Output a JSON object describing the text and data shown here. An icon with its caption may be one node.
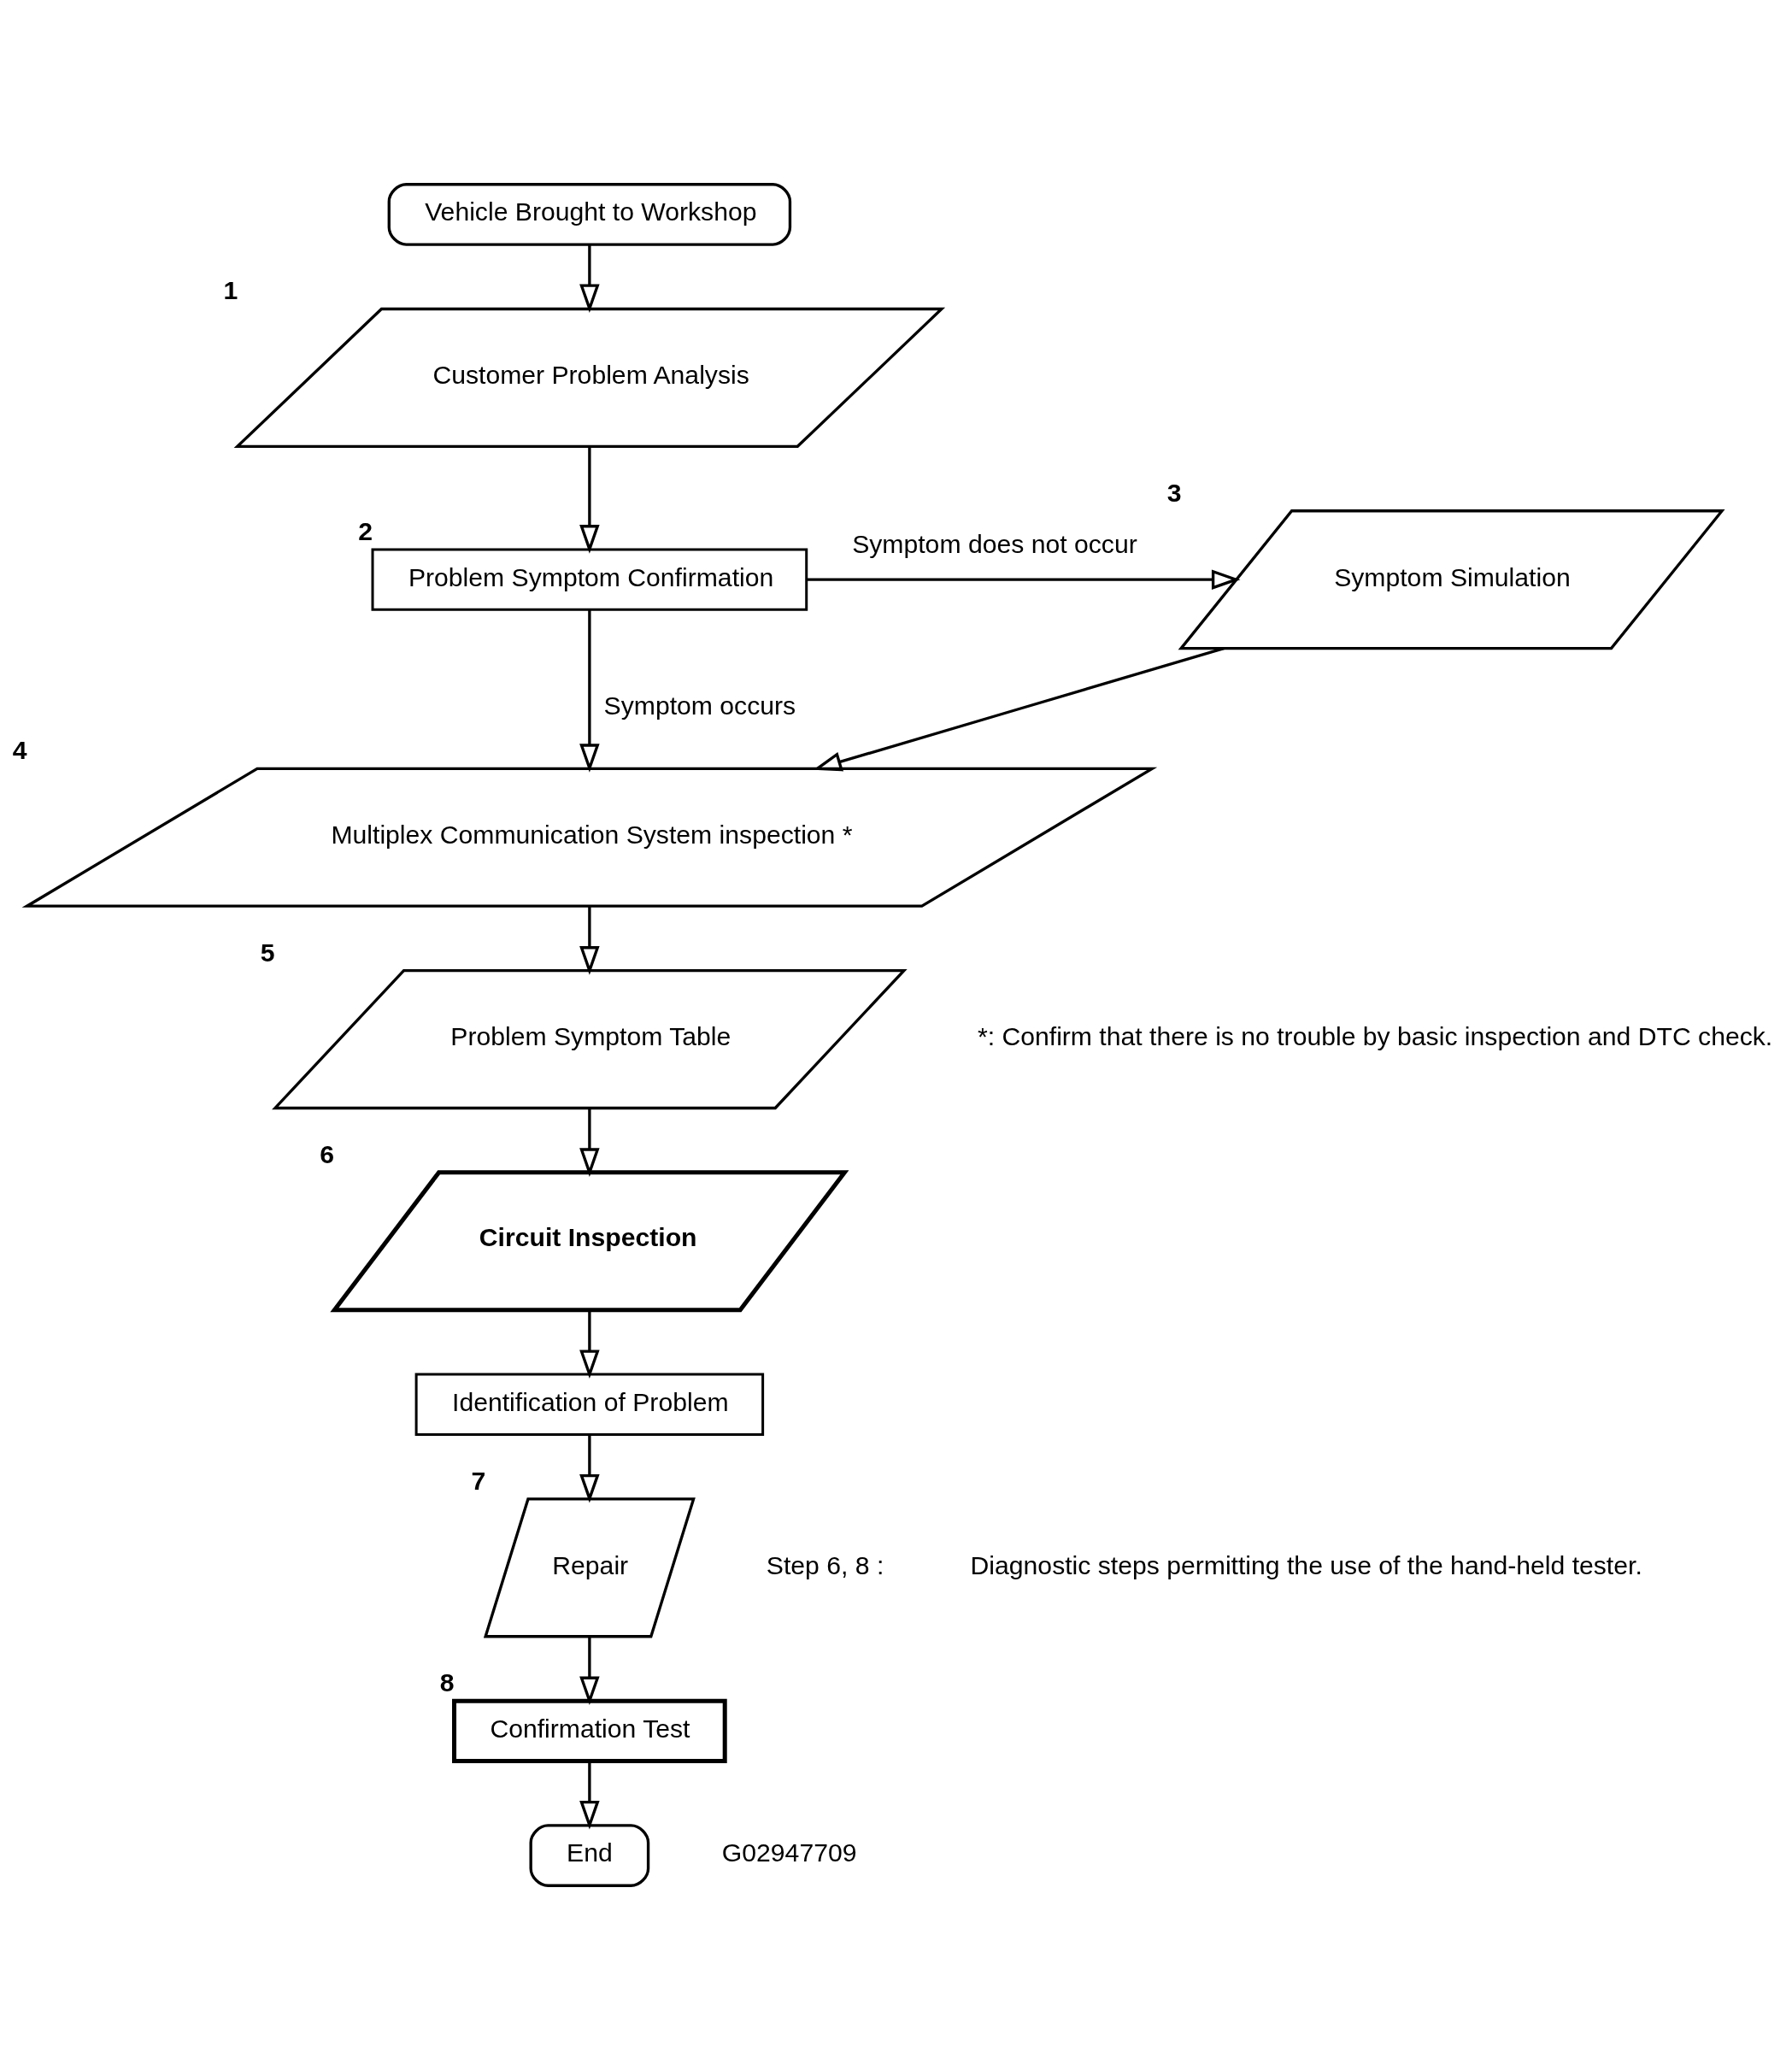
{
  "diagram": {
    "nodes": [
      {
        "text": [
          "Vehicle Brought to Workshop"
        ]
      },
      {
        "text": [
          "Customer Problem Analysis"
        ],
        "beside": [
          "1"
        ]
      },
      {
        "text": [
          "Problem Symptom Confirmation"
        ],
        "beside": [
          "2"
        ]
      },
      {
        "text": [
          "Symptom Simulation"
        ],
        "beside": [
          "3"
        ]
      },
      {
        "text": [
          "Multiplex Communication System inspection *"
        ],
        "beside": [
          "4"
        ]
      },
      {
        "text": [
          "Problem Symptom Table"
        ],
        "beside": [
          "5"
        ]
      },
      {
        "text": [
          "Circuit Inspection"
        ],
        "beside": [
          "6"
        ]
      },
      {
        "text": [
          "Identification of Problem"
        ]
      },
      {
        "text": [
          "Repair"
        ],
        "beside": [
          "7"
        ]
      },
      {
        "text": [
          "Confirmation Test"
        ],
        "beside": [
          "8"
        ]
      },
      {
        "text": [
          "End"
        ]
      }
    ],
    "edges": [
      {
        "from": 0,
        "to": 1,
        "arrow": "to"
      },
      {
        "from": 1,
        "to": 2,
        "arrow": "to"
      },
      {
        "from": 2,
        "to": 3,
        "arrow": "to",
        "label": "Symptom does not occur"
      },
      {
        "from": 2,
        "to": 4,
        "arrow": "to",
        "label": "Symptom occurs"
      },
      {
        "from": 3,
        "to": 4,
        "arrow": "to"
      },
      {
        "from": 4,
        "to": 5,
        "arrow": "to"
      },
      {
        "from": 5,
        "to": 6,
        "arrow": "to"
      },
      {
        "from": 6,
        "to": 7,
        "arrow": "to"
      },
      {
        "from": 7,
        "to": 8,
        "arrow": "to"
      },
      {
        "from": 8,
        "to": 9,
        "arrow": "to"
      },
      {
        "from": 9,
        "to": 10,
        "arrow": "to"
      }
    ],
    "labels": [
      "*: Confirm that there is no trouble by basic inspection and DTC check.",
      "Step 6, 8 :",
      "Diagnostic steps permitting the use of the hand-held tester.",
      "G02947709"
    ]
  }
}
